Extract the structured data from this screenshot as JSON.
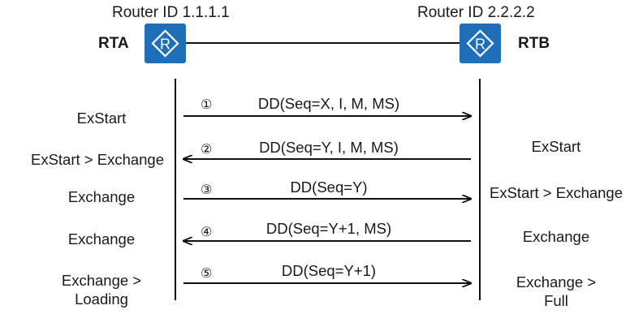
{
  "routers": {
    "rta": {
      "name": "RTA",
      "router_id": "Router ID 1.1.1.1"
    },
    "rtb": {
      "name": "RTB",
      "router_id": "Router ID 2.2.2.2"
    },
    "icon": "router-icon",
    "icon_color": "#1f6fb8"
  },
  "exchanges": [
    {
      "step": "①",
      "message": "DD(Seq=X, I, M, MS)",
      "direction": "RTA->RTB",
      "rta_state": "ExStart",
      "rtb_state": ""
    },
    {
      "step": "②",
      "message": "DD(Seq=Y, I, M, MS)",
      "direction": "RTB->RTA",
      "rta_state": "ExStart > Exchange",
      "rtb_state": "ExStart"
    },
    {
      "step": "③",
      "message": "DD(Seq=Y)",
      "direction": "RTA->RTB",
      "rta_state": "Exchange",
      "rtb_state": "ExStart > Exchange"
    },
    {
      "step": "④",
      "message": "DD(Seq=Y+1, MS)",
      "direction": "RTB->RTA",
      "rta_state": "Exchange",
      "rtb_state": "Exchange"
    },
    {
      "step": "⑤",
      "message": "DD(Seq=Y+1)",
      "direction": "RTA->RTB",
      "rta_state_lines": [
        "Exchange >",
        "Loading"
      ],
      "rtb_state_lines": [
        "Exchange >",
        "Full"
      ]
    }
  ]
}
